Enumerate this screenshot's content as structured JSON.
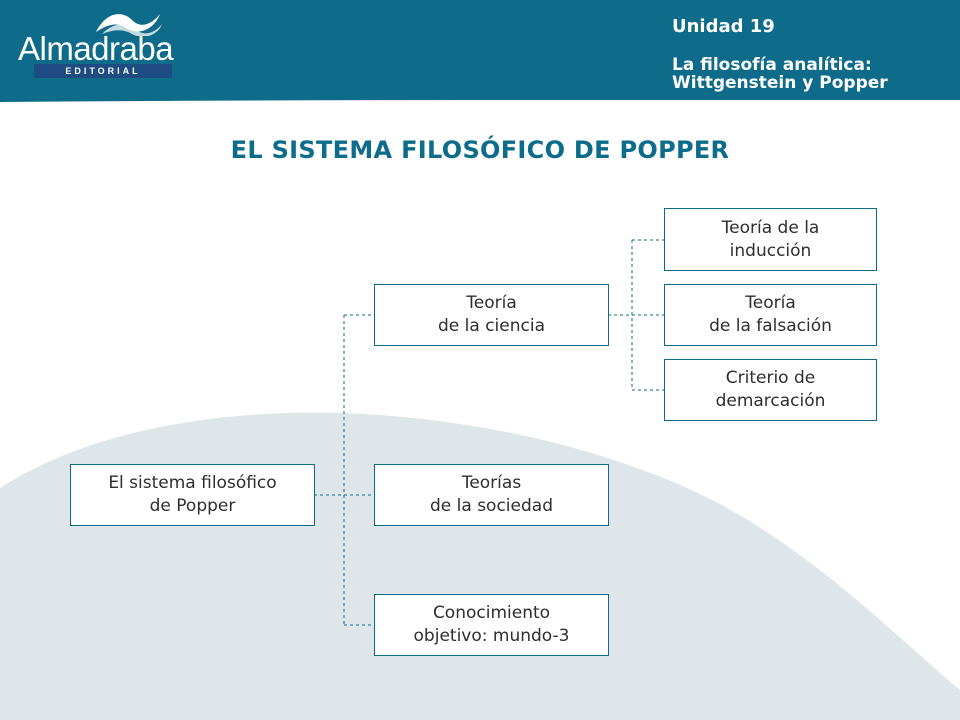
{
  "header": {
    "logo": {
      "name": "Almadraba",
      "tagline": "EDITORIAL"
    },
    "unit": "Unidad 19",
    "subtitle_lines": [
      "La filosofía analítica:",
      "Wittgenstein y Popper"
    ]
  },
  "title": "EL SISTEMA FILOSÓFICO DE POPPER",
  "diagram": {
    "root": {
      "lines": [
        "El sistema filosófico",
        "de Popper"
      ]
    },
    "branches": [
      {
        "lines": [
          "Teoría",
          "de la ciencia"
        ]
      },
      {
        "lines": [
          "Teorías",
          "de la sociedad"
        ]
      },
      {
        "lines": [
          "Conocimiento",
          "objetivo: mundo-3"
        ]
      }
    ],
    "science_children": [
      {
        "lines": [
          "Teoría de la",
          "inducción"
        ]
      },
      {
        "lines": [
          "Teoría",
          "de la falsación"
        ]
      },
      {
        "lines": [
          "Criterio de",
          "demarcación"
        ]
      }
    ]
  },
  "colors": {
    "header_band": "#0e6c8a",
    "accent": "#0d6c8c",
    "bottom_wave": "#dfe6ea",
    "logo_bar": "#1d4b82"
  }
}
